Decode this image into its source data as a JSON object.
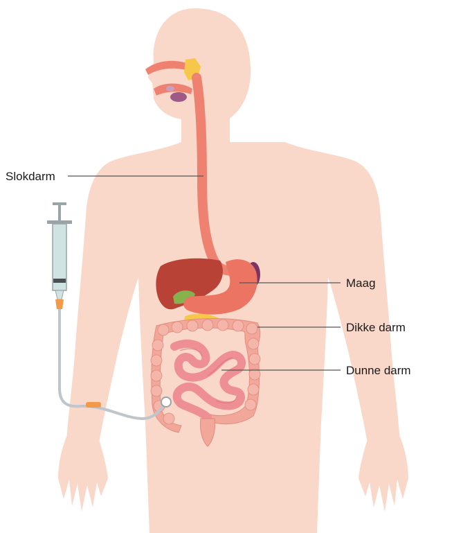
{
  "labels": {
    "esophagus": "Slokdarm",
    "stomach": "Maag",
    "large_intestine": "Dikke darm",
    "small_intestine": "Dunne darm"
  },
  "colors": {
    "skin": "#fad8c9",
    "esophagus": "#ef8171",
    "liver": "#b94236",
    "stomach": "#ec7462",
    "spleen": "#7b3463",
    "gallbladder": "#86b24d",
    "pancreas": "#f6c74b",
    "large_intestine": "#f1a79a",
    "small_intestine": "#ee8f93",
    "tube": "#bfc6cb",
    "syringe": "#cfe3e3",
    "connector": "#f39a4a"
  }
}
